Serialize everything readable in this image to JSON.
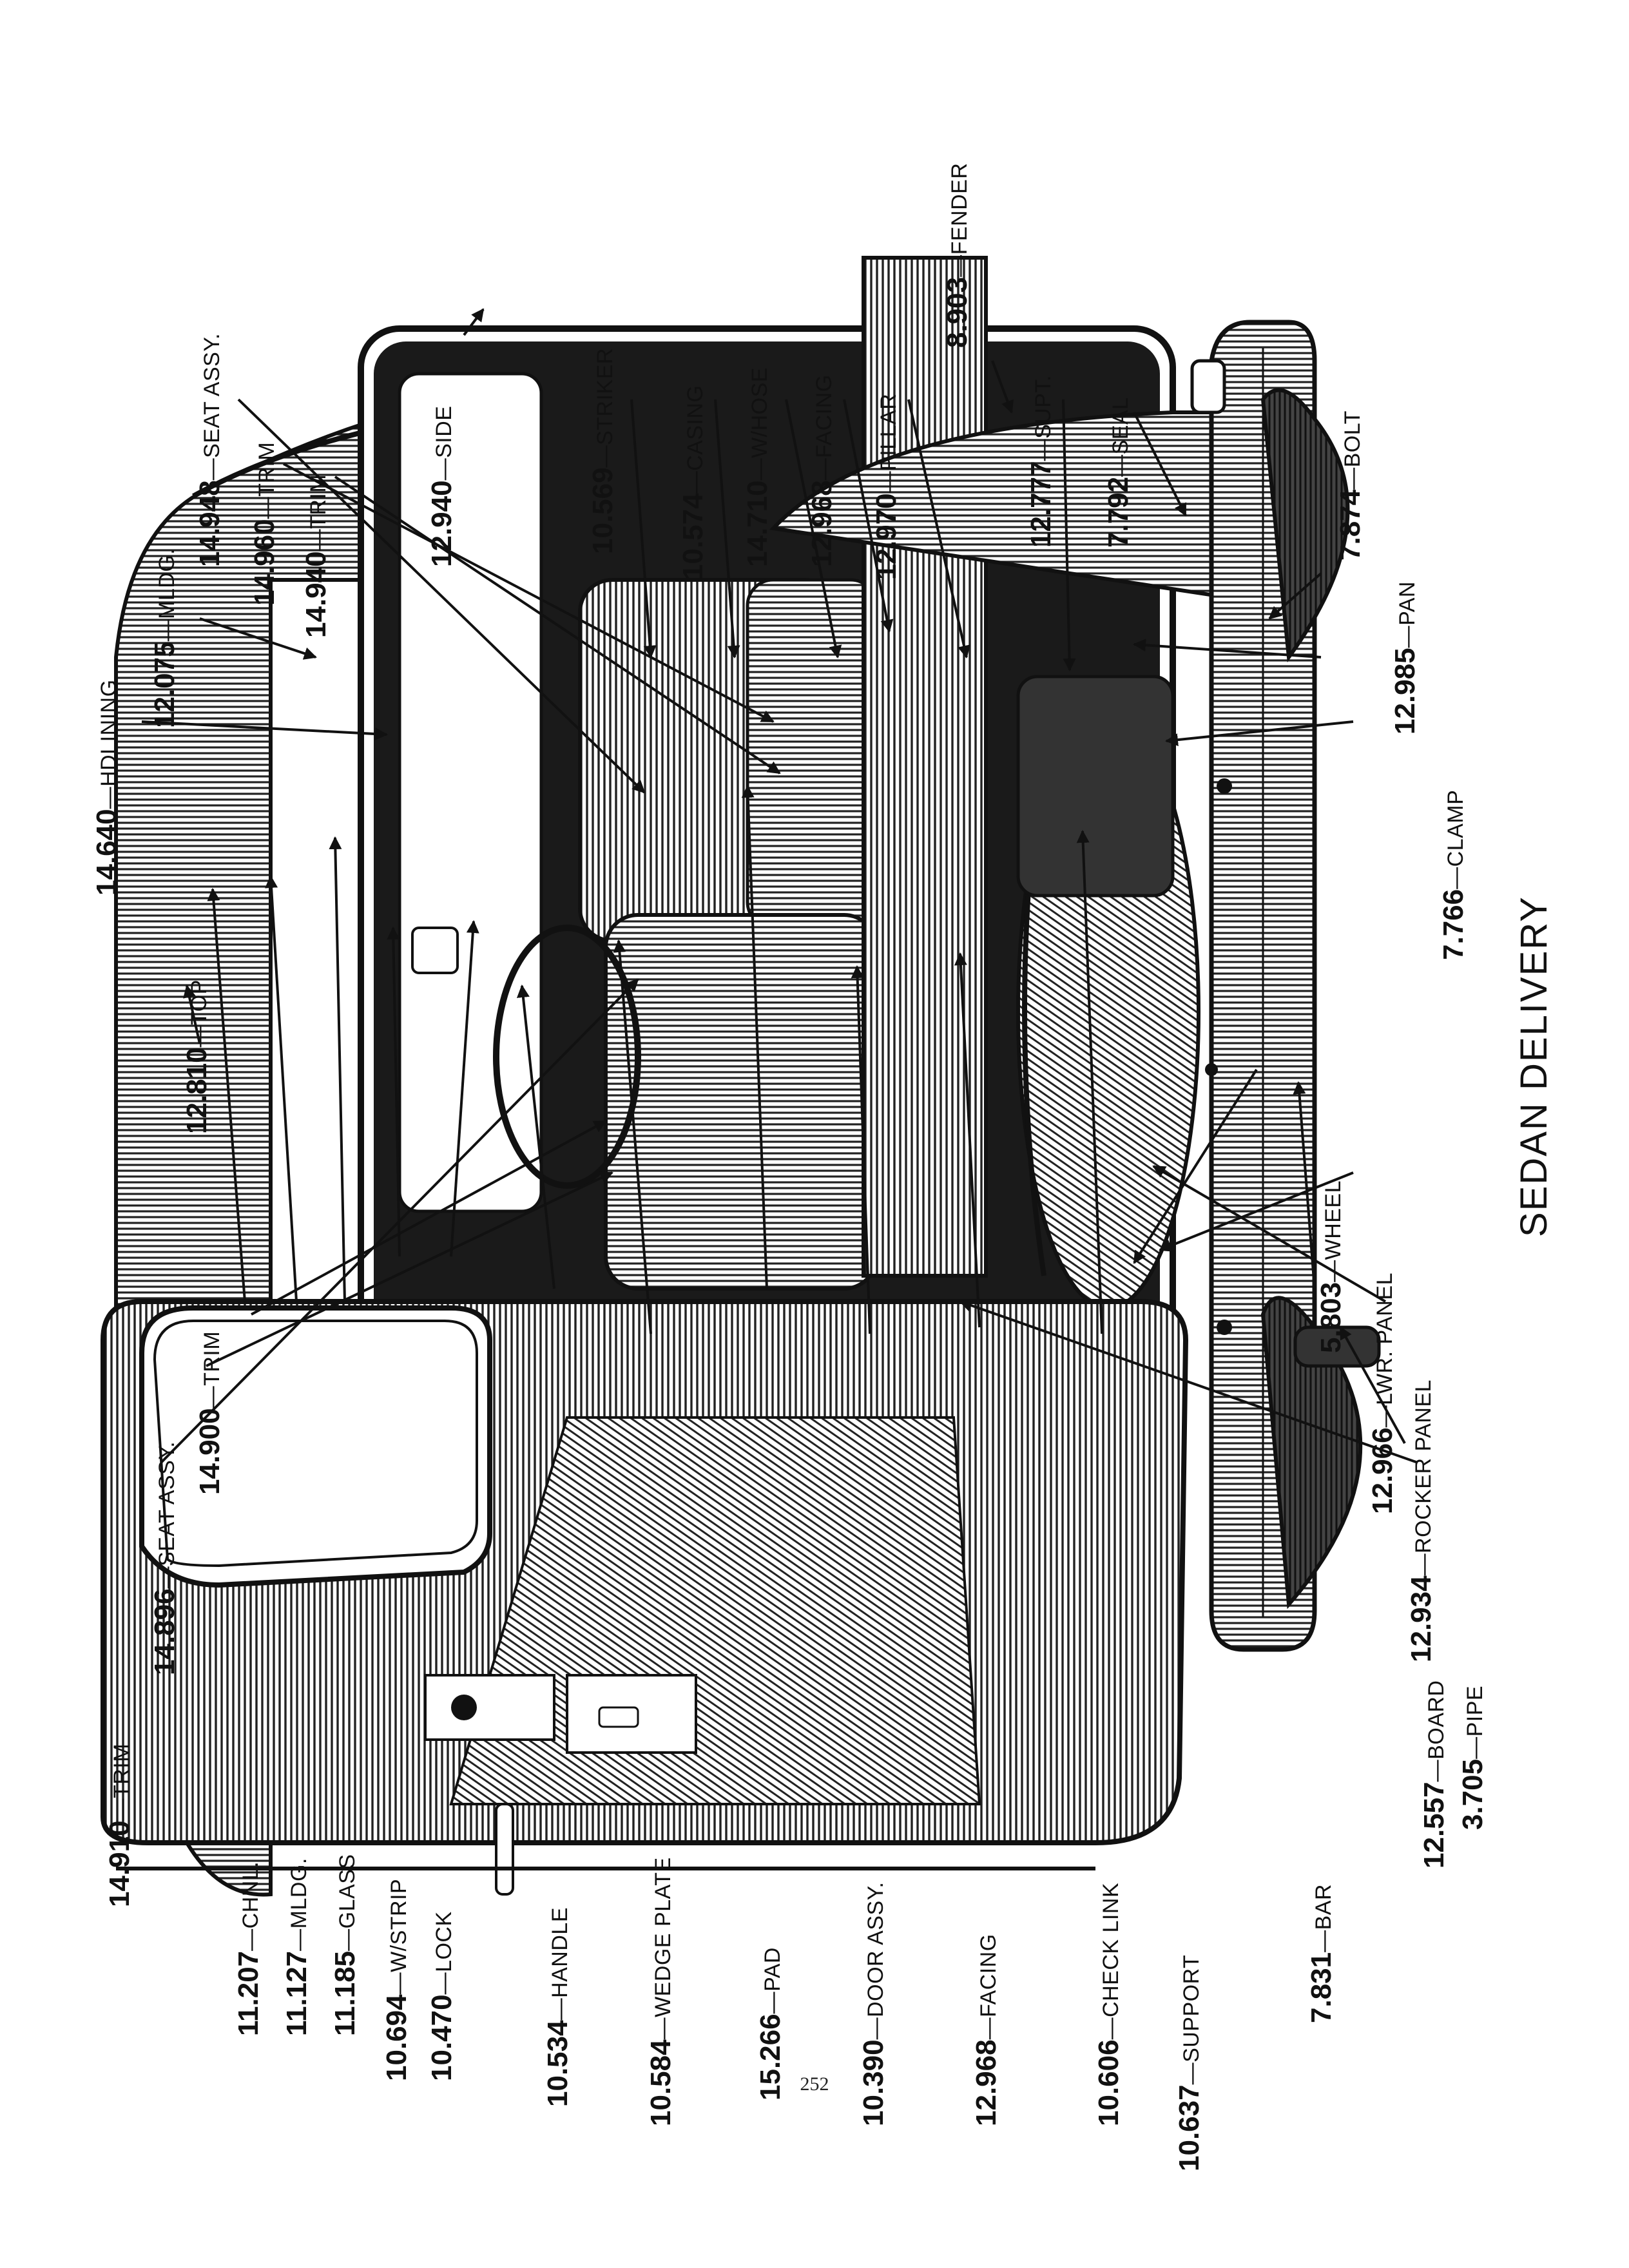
{
  "diagram": {
    "title": "SEDAN DELIVERY",
    "page_number": "252",
    "callouts": [
      {
        "id": "c01",
        "number": "11.207",
        "text": "CHNL."
      },
      {
        "id": "c02",
        "number": "11.127",
        "text": "MLDG."
      },
      {
        "id": "c03",
        "number": "11.185",
        "text": "GLASS"
      },
      {
        "id": "c04",
        "number": "10.694",
        "text": "W/STRIP"
      },
      {
        "id": "c05",
        "number": "10.470",
        "text": "LOCK"
      },
      {
        "id": "c06",
        "number": "10.534",
        "text": "HANDLE"
      },
      {
        "id": "c07",
        "number": "10.584",
        "text": "WEDGE PLATE"
      },
      {
        "id": "c08",
        "number": "15.266",
        "text": "PAD"
      },
      {
        "id": "c09",
        "number": "10.390",
        "text": "DOOR ASSY."
      },
      {
        "id": "c10",
        "number": "12.968",
        "text": "FACING"
      },
      {
        "id": "c11",
        "number": "10.606",
        "text": "CHECK LINK"
      },
      {
        "id": "c12",
        "number": "10.637",
        "text": "SUPPORT"
      },
      {
        "id": "c13",
        "number": "7.831",
        "text": "BAR"
      },
      {
        "id": "c14",
        "number": "12.557",
        "text": "BOARD"
      },
      {
        "id": "c15",
        "number": "3.705",
        "text": "PIPE"
      },
      {
        "id": "c16",
        "number": "12.934",
        "text": "ROCKER PANEL"
      },
      {
        "id": "c17",
        "number": "12.966",
        "text": "LWR. PANEL"
      },
      {
        "id": "c18",
        "number": "5.803",
        "text": "WHEEL"
      },
      {
        "id": "c19",
        "number": "7.766",
        "text": "CLAMP"
      },
      {
        "id": "c20",
        "number": "12.985",
        "text": "PAN"
      },
      {
        "id": "c21",
        "number": "7.874",
        "text": "BOLT"
      },
      {
        "id": "c22",
        "number": "14.910",
        "text": "TRIM"
      },
      {
        "id": "c23",
        "number": "14.896",
        "text": "SEAT ASSY."
      },
      {
        "id": "c24",
        "number": "14.900",
        "text": "TRIM"
      },
      {
        "id": "c25",
        "number": "12.810",
        "text": "TOP"
      },
      {
        "id": "c26",
        "number": "14.640",
        "text": "HDLINING"
      },
      {
        "id": "c27",
        "number": "12.075",
        "text": "MLDG."
      },
      {
        "id": "c28",
        "number": "14.948",
        "text": "SEAT ASSY."
      },
      {
        "id": "c29",
        "number": "14.960",
        "text": "TRIM"
      },
      {
        "id": "c30",
        "number": "14.940",
        "text": "TRIM"
      },
      {
        "id": "c31",
        "number": "12.940",
        "text": "SIDE"
      },
      {
        "id": "c32",
        "number": "10.569",
        "text": "STRIKER"
      },
      {
        "id": "c33",
        "number": "10.574",
        "text": "CASING"
      },
      {
        "id": "c34",
        "number": "14.710",
        "text": "W/HOSE"
      },
      {
        "id": "c35",
        "number": "12.968",
        "text": "FACING"
      },
      {
        "id": "c36",
        "number": "12.970",
        "text": "PILLAR"
      },
      {
        "id": "c37",
        "number": "8.903",
        "text": "FENDER"
      },
      {
        "id": "c38",
        "number": "12.777",
        "text": "SUPT."
      },
      {
        "id": "c39",
        "number": "7.792",
        "text": "SEAL"
      }
    ]
  }
}
